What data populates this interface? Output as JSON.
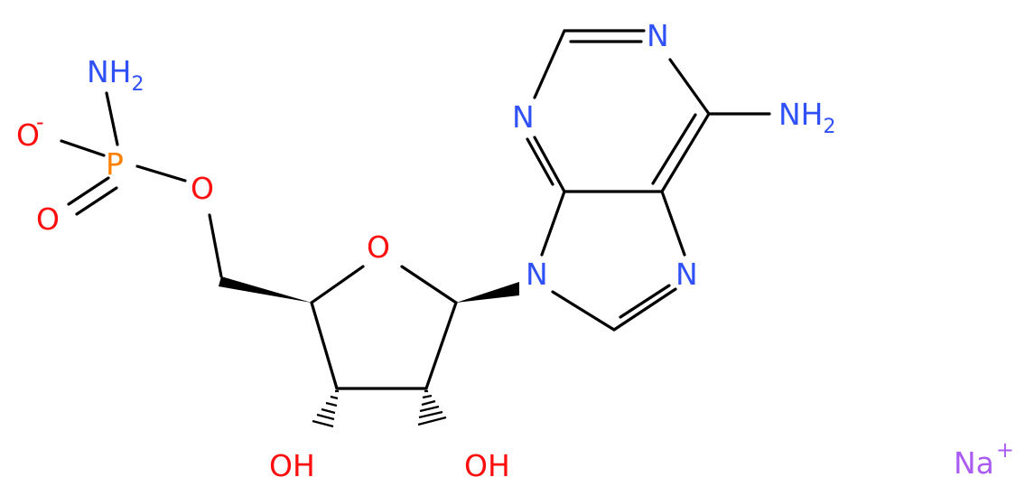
{
  "molecule": {
    "colors": {
      "bond": "#000000",
      "nitrogen": "#3050F8",
      "oxygen": "#FF0D0D",
      "phosphorus": "#FF8000",
      "sodium": "#AB5CF2"
    },
    "labels": {
      "nh2_phosphoramide": {
        "main": "NH",
        "sub": "2"
      },
      "o_anion": {
        "main": "O",
        "charge": "-"
      },
      "p": {
        "main": "P"
      },
      "o_double": {
        "main": "O"
      },
      "o_ester": {
        "main": "O"
      },
      "o_ring": {
        "main": "O"
      },
      "n9": {
        "main": "N"
      },
      "n7": {
        "main": "N"
      },
      "n3": {
        "main": "N"
      },
      "n1": {
        "main": "N"
      },
      "nh2_adenine": {
        "main": "NH",
        "sub": "2"
      },
      "oh_3": {
        "main": "OH"
      },
      "oh_2": {
        "main": "OH"
      },
      "sodium": {
        "main": "Na",
        "charge": "+"
      }
    }
  }
}
